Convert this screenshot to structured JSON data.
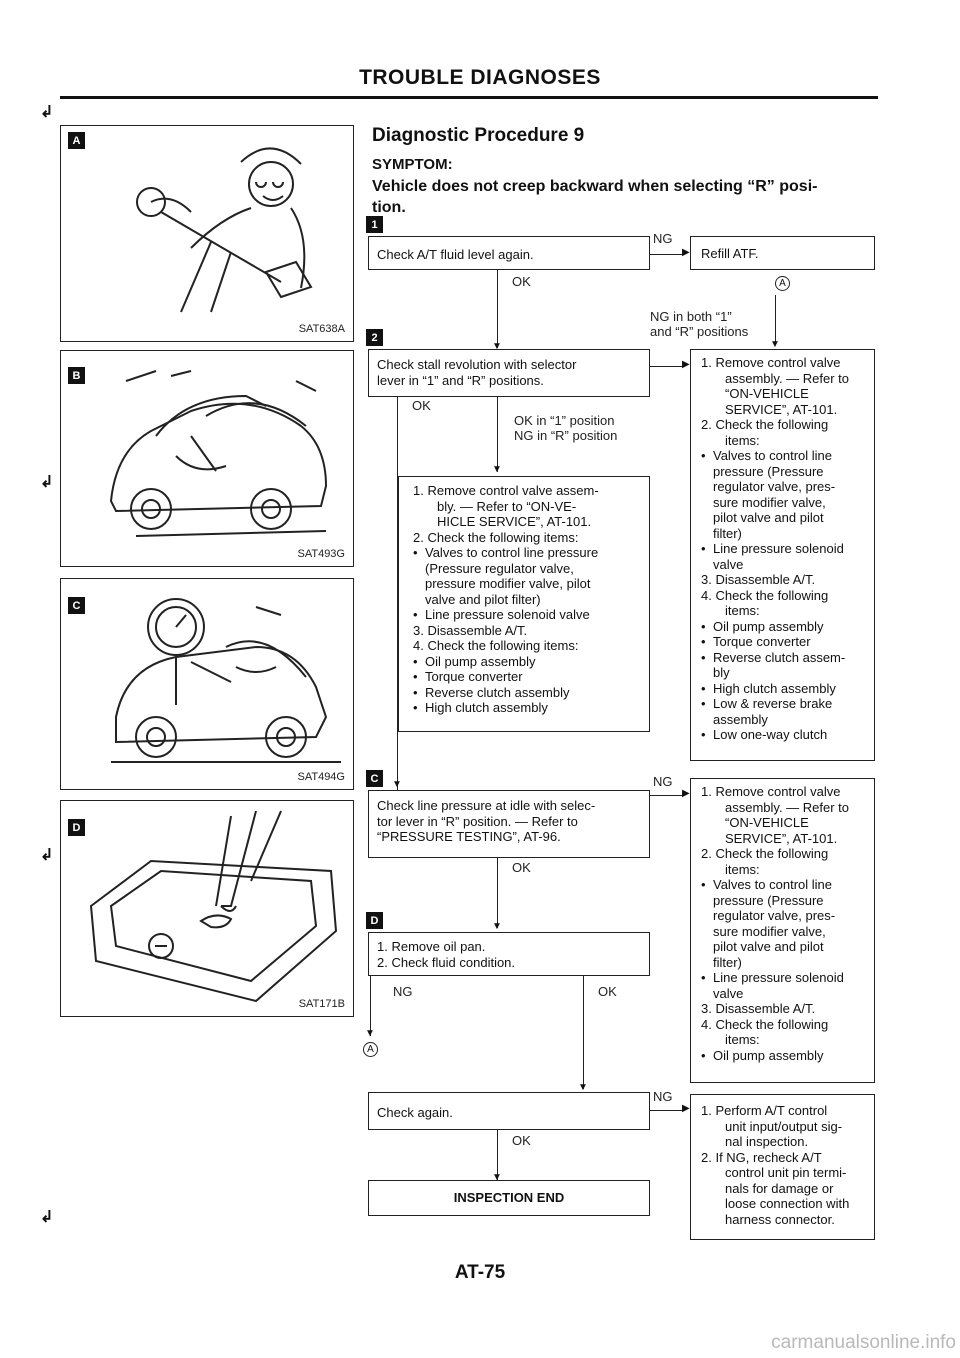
{
  "header": {
    "title": "TROUBLE DIAGNOSES"
  },
  "figures": [
    {
      "tag": "A",
      "caption": "SAT638A",
      "subject": "mechanic-checking-dipstick"
    },
    {
      "tag": "B",
      "caption": "SAT493G",
      "subject": "car-with-hood-open"
    },
    {
      "tag": "C",
      "caption": "SAT494G",
      "subject": "car-with-pressure-gauge"
    },
    {
      "tag": "D",
      "caption": "SAT171B",
      "subject": "oil-pan-inspection"
    }
  ],
  "procedure": {
    "title": "Diagnostic Procedure 9",
    "symptom_label": "SYMPTOM:",
    "symptom_line1": "Vehicle does not creep backward when selecting “R” posi-",
    "symptom_line2": "tion."
  },
  "steps": {
    "marker1": "1",
    "marker2": "2",
    "markerC": "C",
    "markerD": "D",
    "check_fluid": "Check A/T fluid level again.",
    "refill": "Refill ATF.",
    "stall_line1": "Check stall revolution with selector",
    "stall_line2": "lever in “1” and “R” positions.",
    "mid_box": [
      "1.  Remove control valve assem-",
      "bly. — Refer to “ON-VE-",
      "HICLE SERVICE”, AT-101.",
      "2.  Check the following items:",
      "Valves to control line pressure",
      "(Pressure regulator valve,",
      "pressure modifier valve, pilot",
      "valve and pilot filter)",
      "Line pressure solenoid valve",
      "3.  Disassemble A/T.",
      "4.  Check the following items:",
      "Oil pump assembly",
      "Torque converter",
      "Reverse clutch assembly",
      "High clutch assembly"
    ],
    "right_box1": [
      "1.  Remove control valve",
      "assembly. — Refer to",
      "“ON-VEHICLE",
      "SERVICE”, AT-101.",
      "2.  Check the following",
      "items:",
      "Valves to control line",
      "pressure (Pressure",
      "regulator valve, pres-",
      "sure modifier valve,",
      "pilot valve and pilot",
      "filter)",
      "Line pressure solenoid",
      "valve",
      "3.  Disassemble A/T.",
      "4.  Check the following",
      "items:",
      "Oil pump assembly",
      "Torque converter",
      "Reverse clutch assem-",
      "bly",
      "High clutch assembly",
      "Low & reverse brake",
      "assembly",
      "Low one-way clutch"
    ],
    "line_press_1": "Check line pressure at idle with selec-",
    "line_press_2": "tor lever in “R” position. — Refer to",
    "line_press_3": "“PRESSURE TESTING”, AT-96.",
    "right_box2": [
      "1.  Remove control valve",
      "assembly. — Refer to",
      "“ON-VEHICLE",
      "SERVICE”, AT-101.",
      "2.  Check the following",
      "items:",
      "Valves to control line",
      "pressure (Pressure",
      "regulator valve, pres-",
      "sure modifier valve,",
      "pilot valve and pilot",
      "filter)",
      "Line pressure solenoid",
      "valve",
      "3.  Disassemble A/T.",
      "4.  Check the following",
      "items:",
      "Oil pump assembly"
    ],
    "oil_pan_1": "1.  Remove oil pan.",
    "oil_pan_2": "2.  Check fluid condition.",
    "check_again": "Check again.",
    "right_box3": [
      "1.  Perform A/T control",
      "unit input/output sig-",
      "nal inspection.",
      "2.  If NG, recheck A/T",
      "control unit pin termi-",
      "nals for damage or",
      "loose connection with",
      "harness connector."
    ],
    "inspection_end": "INSPECTION END"
  },
  "labels": {
    "ng": "NG",
    "ok": "OK",
    "circle_a": "A",
    "ng_both_1": "NG in both “1”",
    "ng_both_2": "and “R” positions",
    "ok_in_1": "OK in “1” position",
    "ng_in_r": "NG in “R” position"
  },
  "footer": {
    "page": "AT-75"
  },
  "watermark": {
    "text": "carmanualsonline.info"
  }
}
